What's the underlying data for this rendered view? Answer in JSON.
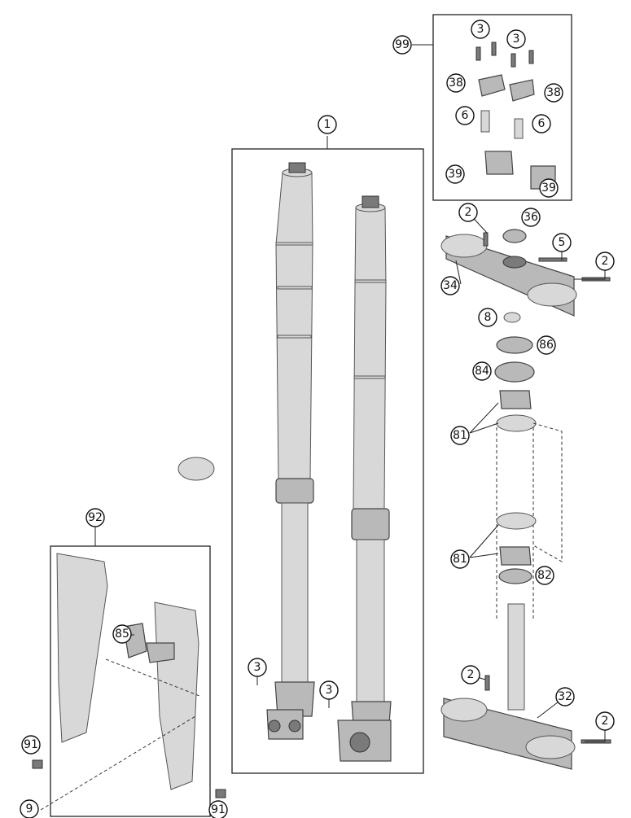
{
  "callouts": [
    {
      "id": "c1",
      "label": "1"
    },
    {
      "id": "c2a",
      "label": "2"
    },
    {
      "id": "c2b",
      "label": "2"
    },
    {
      "id": "c2c",
      "label": "2"
    },
    {
      "id": "c2d",
      "label": "2"
    },
    {
      "id": "c3a",
      "label": "3"
    },
    {
      "id": "c3b",
      "label": "3"
    },
    {
      "id": "c3c",
      "label": "3"
    },
    {
      "id": "c3d",
      "label": "3"
    },
    {
      "id": "c5",
      "label": "5"
    },
    {
      "id": "c6a",
      "label": "6"
    },
    {
      "id": "c6b",
      "label": "6"
    },
    {
      "id": "c8",
      "label": "8"
    },
    {
      "id": "c9",
      "label": "9"
    },
    {
      "id": "c32",
      "label": "32"
    },
    {
      "id": "c34",
      "label": "34"
    },
    {
      "id": "c36",
      "label": "36"
    },
    {
      "id": "c38a",
      "label": "38"
    },
    {
      "id": "c38b",
      "label": "38"
    },
    {
      "id": "c39a",
      "label": "39"
    },
    {
      "id": "c39b",
      "label": "39"
    },
    {
      "id": "c81a",
      "label": "81"
    },
    {
      "id": "c81b",
      "label": "81"
    },
    {
      "id": "c82",
      "label": "82"
    },
    {
      "id": "c84",
      "label": "84"
    },
    {
      "id": "c85",
      "label": "85"
    },
    {
      "id": "c86",
      "label": "86"
    },
    {
      "id": "c91a",
      "label": "91"
    },
    {
      "id": "c91b",
      "label": "91"
    },
    {
      "id": "c92",
      "label": "92"
    },
    {
      "id": "c99",
      "label": "99"
    }
  ],
  "colors": {
    "line": "#222222",
    "part_fill": "#b9b9b9",
    "background": "#ffffff"
  }
}
